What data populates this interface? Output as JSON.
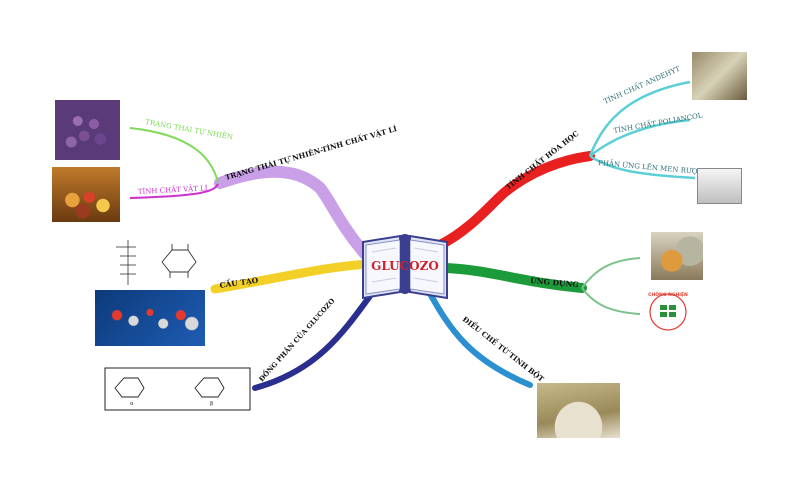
{
  "center": {
    "title": "GLUCOZO"
  },
  "branches": {
    "trang_thai": {
      "label": "TRẠNG THÁI TỰ NHIÊN-TÍNH CHẤT VẬT LÍ",
      "color": "#c9a0e8",
      "subs": [
        "TRẠNG THÁI TỰ NHIÊN",
        "TÍNH CHẤT VẬT LÍ"
      ],
      "sub_colors": [
        "#7ed957",
        "#cc33cc"
      ]
    },
    "cau_tao": {
      "label": "CẤU TẠO",
      "color": "#f2d027"
    },
    "dong_phan": {
      "label": "ĐỒNG PHÂN CỦA GLUCOZO",
      "color": "#2a2e8f",
      "isomer_labels": [
        "α",
        "β"
      ]
    },
    "tinh_chat_hh": {
      "label": "TÍNH CHẤT HÓA HỌC",
      "color": "#e8201f",
      "subs": [
        "TÍNH CHẤT ANDEHYT",
        "TÍNH CHẤT POLIANCOL",
        "PHẢN ỨNG LÊN MEN RƯỢU"
      ],
      "sub_color": "#5ccfd6"
    },
    "ung_dung": {
      "label": "ỨNG DỤNG",
      "color": "#1c9b3a",
      "sub_color": "#7cc28a"
    },
    "dieu_che": {
      "label": "ĐIỀU CHẾ TỪ TINH BỘT",
      "color": "#2b8fd0"
    }
  },
  "logo": {
    "text": "CHỐNG NGHIỆN"
  }
}
